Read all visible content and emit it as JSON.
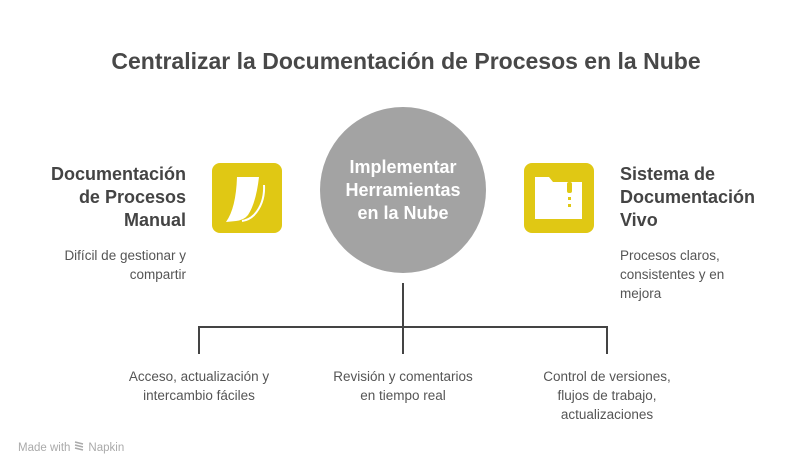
{
  "title": "Centralizar la Documentación de Procesos en la Nube",
  "left": {
    "heading": [
      "Documentación",
      "de Procesos",
      "Manual"
    ],
    "description": [
      "Difícil de gestionar y",
      "compartir"
    ],
    "icon": "paper-sheet-icon"
  },
  "center": {
    "label": [
      "Implementar",
      "Herramientas",
      "en la Nube"
    ]
  },
  "right": {
    "heading": [
      "Sistema de",
      "Documentación",
      "Vivo"
    ],
    "description": [
      "Procesos claros,",
      "consistentes y en",
      "mejora"
    ],
    "icon": "zipped-folder-icon"
  },
  "branches": [
    {
      "lines": [
        "Acceso, actualización y",
        "intercambio fáciles"
      ]
    },
    {
      "lines": [
        "Revisión y comentarios",
        "en tiempo real"
      ]
    },
    {
      "lines": [
        "Control de versiones,",
        "flujos de trabajo,",
        "actualizaciones"
      ]
    }
  ],
  "footer": {
    "made_with": "Made with",
    "brand": "Napkin"
  },
  "colors": {
    "accent": "#e0c814",
    "circle": "#a3a3a3",
    "text": "#444444"
  }
}
